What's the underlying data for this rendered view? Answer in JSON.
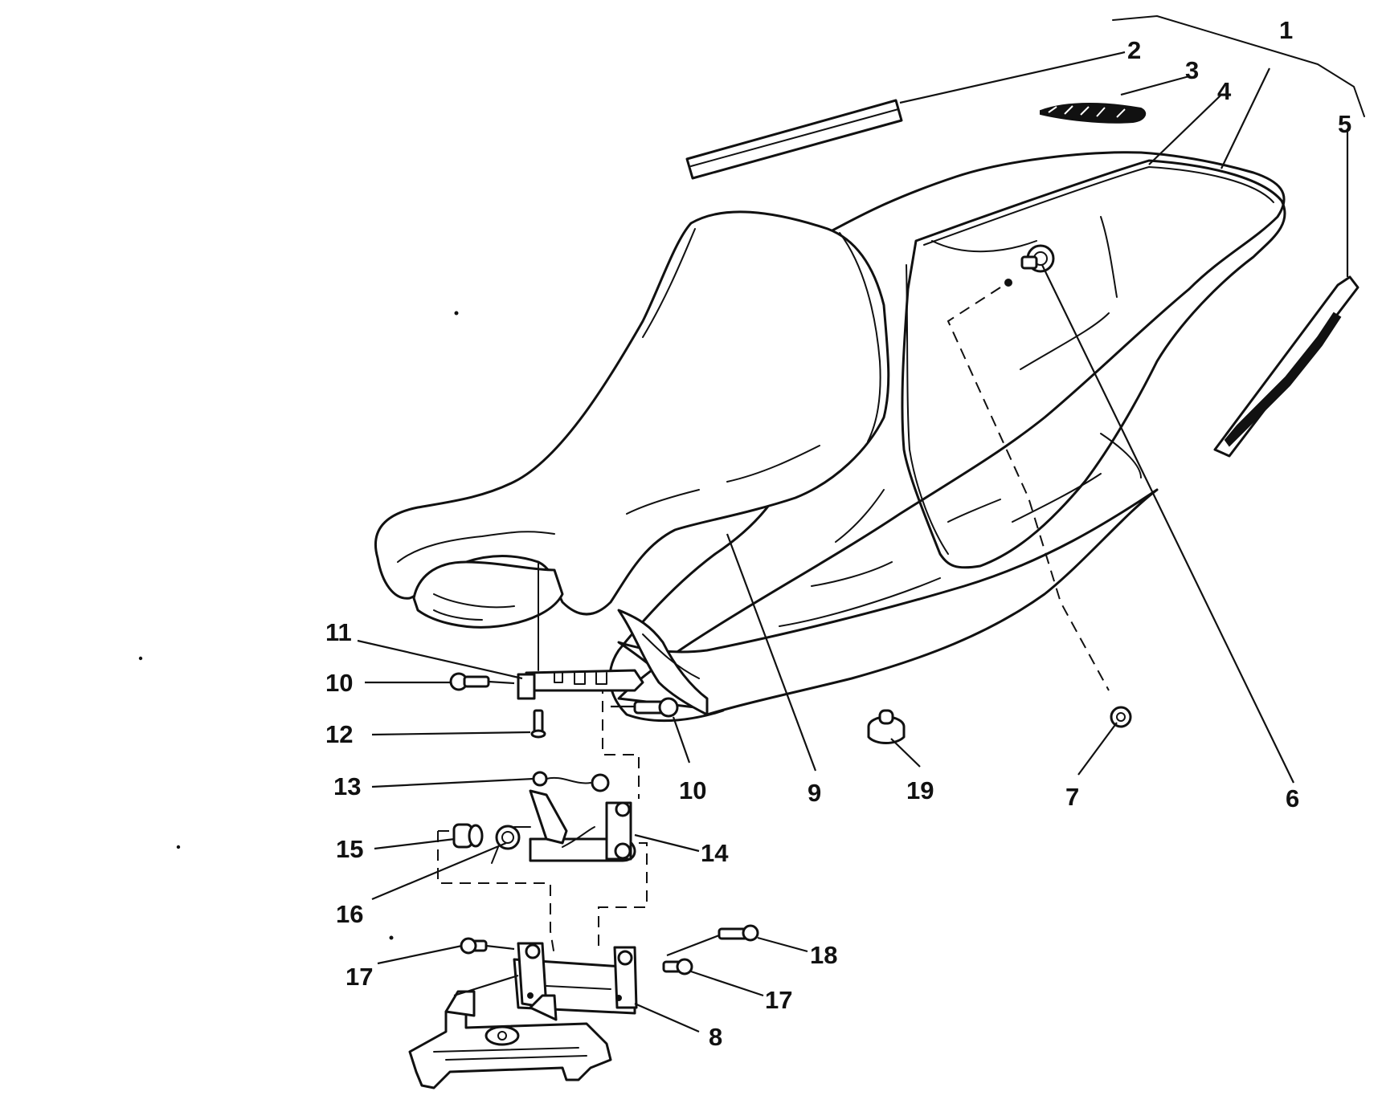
{
  "callouts": {
    "c1": "1",
    "c2": "2",
    "c3": "3",
    "c4": "4",
    "c5": "5",
    "c6": "6",
    "c7": "7",
    "c8": "8",
    "c9": "9",
    "c10a": "10",
    "c10b": "10",
    "c11": "11",
    "c12": "12",
    "c13": "13",
    "c14": "14",
    "c15": "15",
    "c16": "16",
    "c17a": "17",
    "c17b": "17",
    "c18": "18",
    "c19": "19"
  },
  "colors": {
    "ink": "#111111",
    "paper": "#ffffff"
  }
}
